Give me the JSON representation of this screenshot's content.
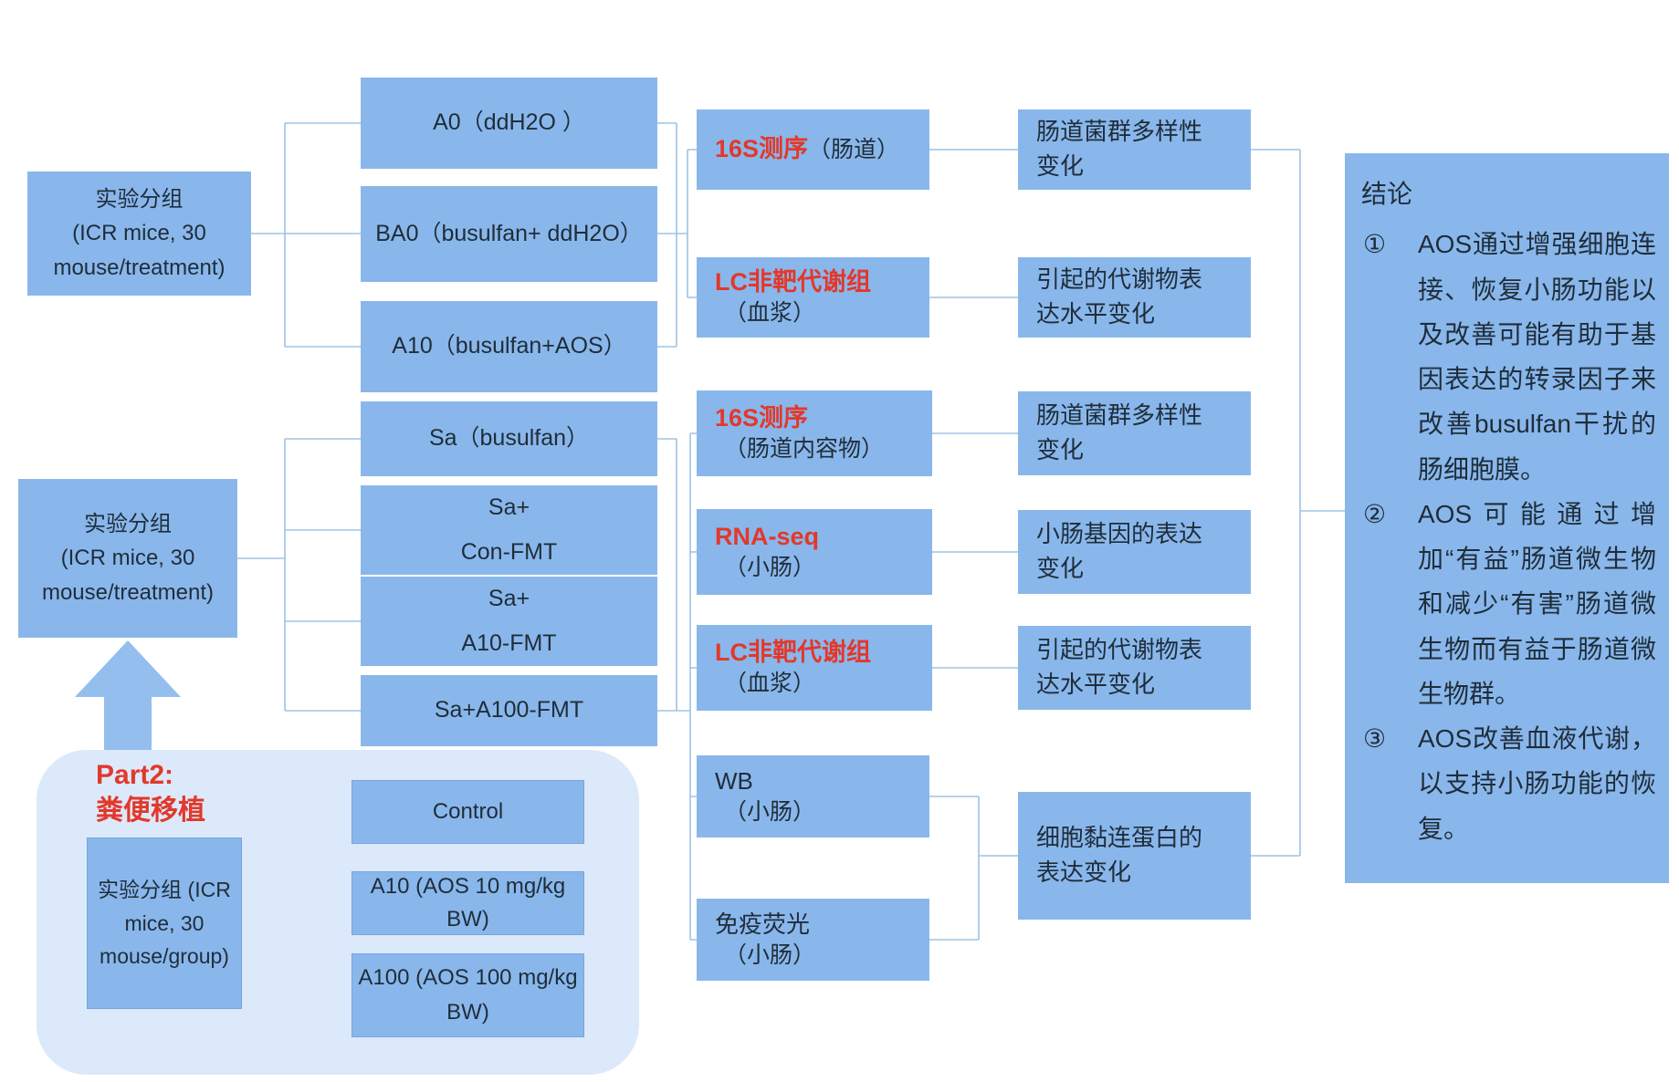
{
  "colors": {
    "box_blue": "#89b7eb",
    "container_blue": "#dce9fa",
    "line_blue": "#9dc3e6",
    "red": "#e2382b",
    "dark": "#1f2d3a",
    "arrow_blue": "#94beee"
  },
  "part1": {
    "group1": {
      "label": "实验分组\n(ICR mice, 30\nmouse/treatment)",
      "treatments": {
        "a0": "A0（ddH2O ）",
        "ba0": "BA0（busulfan+ ddH2O）",
        "a10": "A10（busulfan+AOS）"
      }
    },
    "group2": {
      "label": "实验分组\n(ICR mice, 30\nmouse/treatment)",
      "treatments": {
        "sa": "Sa（busulfan）",
        "sa_con": "Sa+\nCon-FMT",
        "sa_a10": "Sa+\nA10-FMT",
        "sa_a100": "Sa+A100-FMT"
      }
    }
  },
  "assays": {
    "s16_gut": {
      "method": "16S测序",
      "sample": "（肠道）"
    },
    "lc_plasma1": {
      "method": "LC非靶代谢组",
      "sample": "（血浆）"
    },
    "s16_content": {
      "method": "16S测序",
      "sample": "（肠道内容物）"
    },
    "rna_seq": {
      "method": "RNA-seq",
      "sample": "（小肠）"
    },
    "lc_plasma2": {
      "method": "LC非靶代谢组",
      "sample": "（血浆）"
    },
    "wb": {
      "method": "WB",
      "sample": "（小肠）"
    },
    "immuno": {
      "method": "免疫荧光",
      "sample": "（小肠）"
    }
  },
  "outcomes": {
    "microbiota1": "肠道菌群多样性\n变化",
    "metabolite1": "引起的代谢物表\n达水平变化",
    "microbiota2": "肠道菌群多样性\n变化",
    "gene": "小肠基因的表达\n变化",
    "metabolite2": "引起的代谢物表\n达水平变化",
    "adhesion": "细胞黏连蛋白的\n表达变化"
  },
  "conclusion": {
    "title": "结论",
    "items": [
      {
        "num": "①",
        "text": "AOS通过增强细胞连接、恢复小肠功能以及改善可能有助于基因表达的转录因子来改善busulfan干扰的肠细胞膜。"
      },
      {
        "num": "②",
        "text": "AOS可能通过增加“有益”肠道微生物和减少“有害”肠道微生物而有益于肠道微生物群。"
      },
      {
        "num": "③",
        "text": "AOS改善血液代谢，以支持小肠功能的恢复。"
      }
    ]
  },
  "part2": {
    "title": "Part2:\n粪便移植",
    "group_label": "实验分组 (ICR\nmice, 30\nmouse/group)",
    "treatments": {
      "control": "Control",
      "a10": "A10 (AOS 10 mg/kg BW)",
      "a100": "A100 (AOS 100 mg/kg\nBW)"
    }
  }
}
